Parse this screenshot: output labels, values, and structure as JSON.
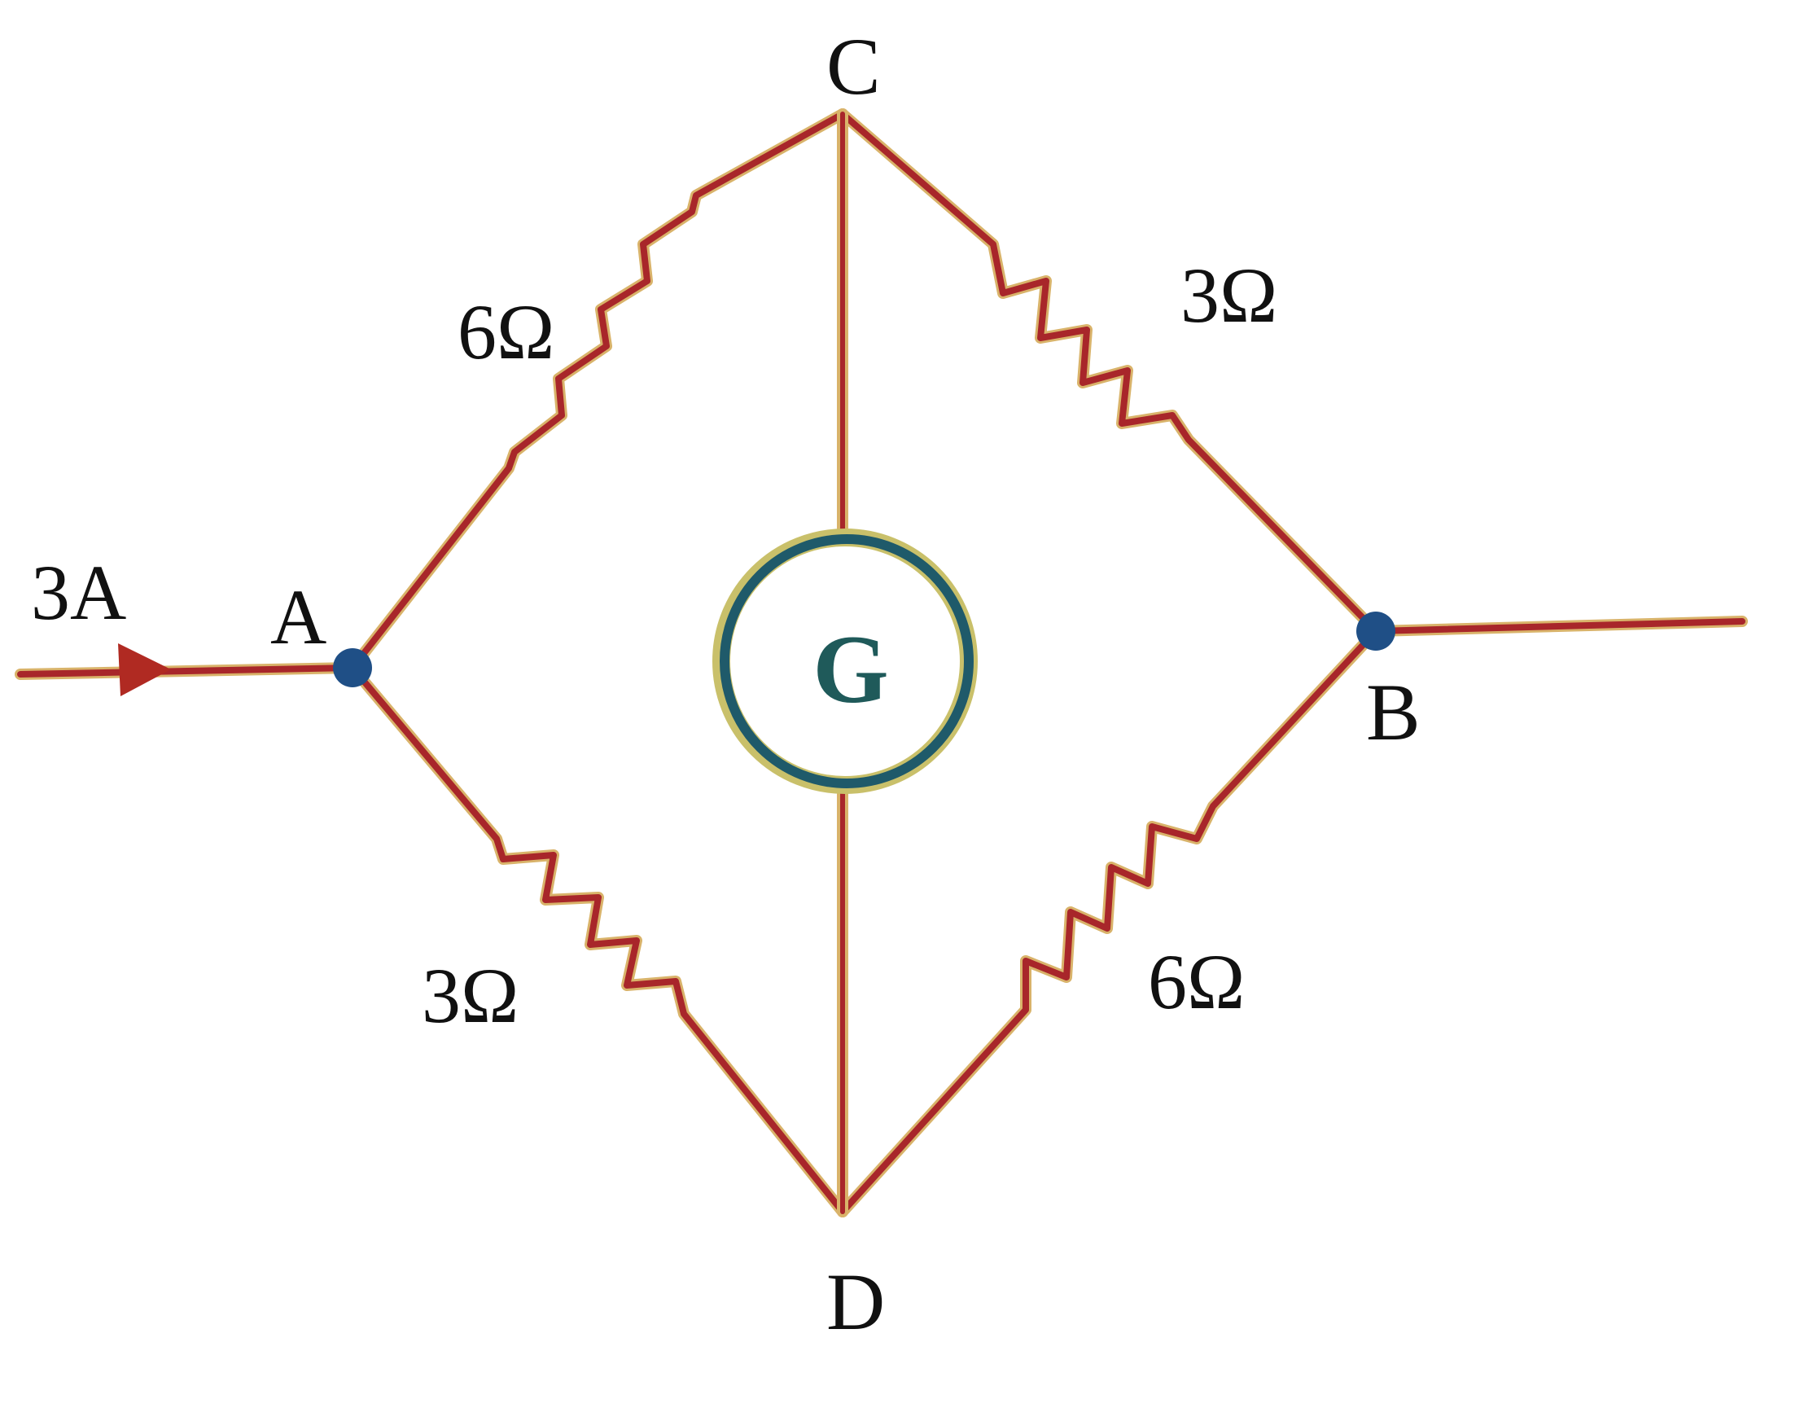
{
  "diagram": {
    "type": "wheatstone-bridge-circuit",
    "input_current": "3A",
    "nodes": {
      "A": "A",
      "B": "B",
      "C": "C",
      "D": "D"
    },
    "resistors": {
      "AC": "6Ω",
      "CB": "3Ω",
      "AD": "3Ω",
      "DB": "6Ω"
    },
    "galvanometer": {
      "label": "G",
      "between": "C-D"
    },
    "colors": {
      "wire": "#a8262a",
      "wire_glow": "#d9b36a",
      "node_dot": "#1f4f86",
      "galvanometer_ring": "#1f5a6a",
      "galvanometer_glow": "#c9c06a",
      "text": "#111111"
    }
  }
}
